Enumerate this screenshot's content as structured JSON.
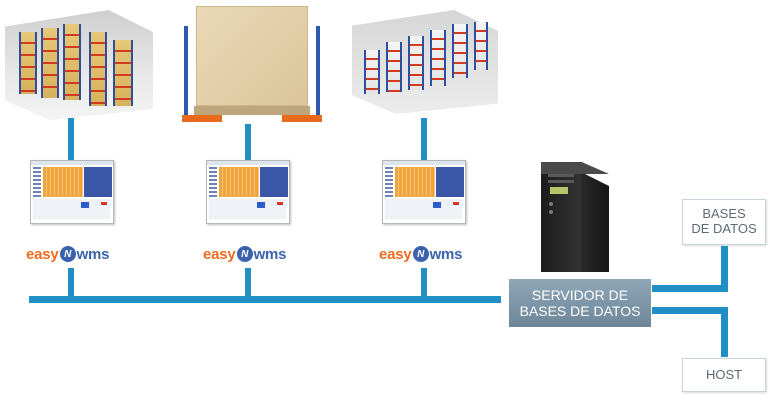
{
  "workstations": [
    {
      "brand_prefix": "easy",
      "brand_mark": "N",
      "brand_suffix": "wms"
    },
    {
      "brand_prefix": "easy",
      "brand_mark": "N",
      "brand_suffix": "wms"
    },
    {
      "brand_prefix": "easy",
      "brand_mark": "N",
      "brand_suffix": "wms"
    }
  ],
  "server": {
    "label_line1": "SERVIDOR DE",
    "label_line2": "BASES DE DATOS"
  },
  "databases": {
    "label_line1": "BASES",
    "label_line2": "DE DATOS"
  },
  "host": {
    "label": "HOST"
  },
  "colors": {
    "connector": "#1f8fc6",
    "logo_orange": "#ef6b1e",
    "logo_blue": "#3b63ad",
    "server_label_bg": "#7f98aa"
  }
}
